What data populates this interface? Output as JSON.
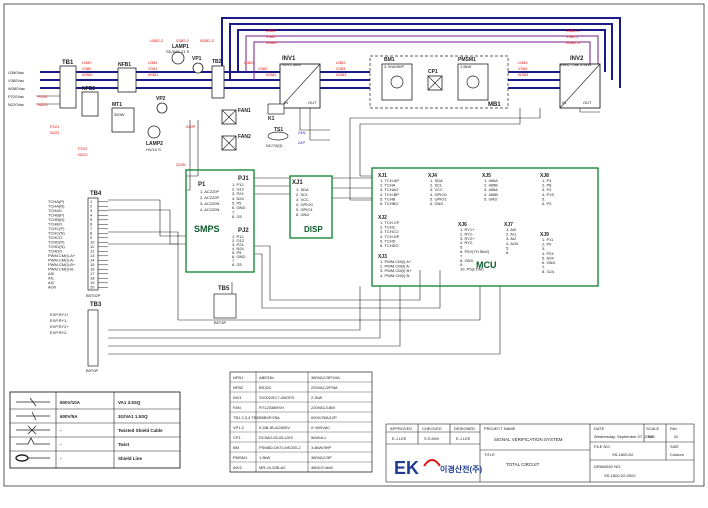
{
  "colors": {
    "power_bus": "#1a1a8a",
    "accent_bus": "#7a1a8a",
    "wire": "#222",
    "box_green": "#1a8a3a",
    "label_red": "#d11",
    "label_blue": "#22c"
  },
  "top": {
    "left_inputs": [
      "U380Vac",
      "V380Vac",
      "W380Vac",
      "P220Vac",
      "N220Vac"
    ],
    "tb1": "TB1",
    "nfb1": "NFB1",
    "lamp1": "LAMP1",
    "lamp1_sub": "S5-5VE-21 S",
    "vp1": "VP1",
    "tb2": "TB2",
    "inv1": "INV1",
    "inv1_sub": "S2V1.5kW",
    "bm1": "BM1",
    "bm1_sub": "3.7kW/8HP",
    "cp1": "CP1",
    "pmsm1": "PMSM1",
    "pmsm1_sub": "1.5kW",
    "inv2": "INV2",
    "inv2_sub": "SWIC Oak 3.4kW",
    "mb1": "MB1",
    "nfb2": "NFB2",
    "mt1": "MT1",
    "mt1_sub": "300W",
    "vp2": "VP2",
    "lamp2": "LAMP2",
    "lamp2_sub": "HV/10 S",
    "fan1": "FAN1",
    "fan2": "FAN2",
    "k1": "K1",
    "ts1": "TS1",
    "ts1_sub": "NC/T8(3)",
    "in_label": "IN",
    "out_label": "OUT",
    "wire_tags": [
      "U380",
      "V380",
      "W380",
      "U381",
      "V381",
      "W381",
      "U382",
      "V382",
      "W382",
      "U383",
      "V383",
      "W383",
      "U384",
      "V384",
      "W384",
      "U385",
      "V385",
      "W385",
      "U382-1",
      "V382-1",
      "W382-1",
      "U382-2",
      "V382-2",
      "W382-2",
      "P220",
      "N220",
      "P221",
      "N221",
      "P222",
      "N222",
      "220N",
      "220P",
      "24N",
      "24P"
    ]
  },
  "tb4": {
    "label": "TB4",
    "rows": [
      "TCHA(P)",
      "TCHA(N)",
      "TCHAO",
      "TCHB(P)",
      "TCHB(N)",
      "TCHBO",
      "TCHC(P)",
      "TCHC(N)",
      "TCHCO",
      "TCHD(P)",
      "TCHD(N)",
      "TCHDO",
      "PWM.CM(I)-A+",
      "PWM.CM(I)-A-",
      "PWM.CM(I)-B+",
      "PWM.CM(I)-B-",
      "AI0",
      "AI1",
      "AI2",
      "AO0"
    ],
    "nums": [
      "1",
      "2",
      "3",
      "4",
      "5",
      "6",
      "7",
      "8",
      "9",
      "10",
      "11",
      "12",
      "13",
      "14",
      "15",
      "16",
      "17",
      "18",
      "19",
      "20"
    ],
    "bottom": "B5T02P"
  },
  "tb3": {
    "label": "TB3",
    "rows": [
      "EXP.RY1+",
      "EXP.RY1-",
      "EXP.RY2+",
      "EXP.RY2-"
    ],
    "bottom": "B5T0P"
  },
  "tb5": {
    "label": "TB5",
    "bottom": "B5T4P"
  },
  "smps": {
    "label": "SMPS",
    "p1": "P1",
    "p1_rows": [
      "1. AC220P",
      "2. AC220P",
      "3. AC220N",
      "4. AC220N"
    ],
    "pj1": "PJ1",
    "pj1_rows": [
      "1. P12",
      "2. G12",
      "3. P24",
      "4. N24",
      "5. P5",
      "6. GND",
      "7.",
      "8. G5"
    ],
    "pj2": "PJ2",
    "pj2_rows": [
      "1. P12",
      "2. G12",
      "3. P24",
      "4. N24",
      "5. P5",
      "6. GND",
      "7.",
      "8. G5"
    ]
  },
  "disp": {
    "label": "DISP",
    "xj1": "XJ1",
    "rows": [
      "1. SDA",
      "2. SCL",
      "3. VCC",
      "4. GPIO0",
      "5. GPIO1",
      "6. GND"
    ]
  },
  "mcu": {
    "label": "MCU",
    "xj1": "XJ1",
    "xj1_rows": [
      "1. TCH.AP",
      "2. TCHA",
      "3. TCHAO",
      "4. TCH.BP",
      "5. TCHB",
      "6. TCHBO"
    ],
    "xj2": "XJ2",
    "xj2_rows": [
      "1. TCH.CP",
      "2. TCHC",
      "3. TCHCO",
      "4. TCH.DP",
      "5. TCHD",
      "6. TCHDO"
    ],
    "xj3": "XJ3",
    "xj3_rows": [
      "1. PWM.CM(I) A+",
      "2. PWM.CM(I) A-",
      "3. PWM.CM(I) B+",
      "4. PWM.CM(I) B-"
    ],
    "xj4": "XJ4",
    "xj4_rows": [
      "1. SDA",
      "2. SCL",
      "3. VCC",
      "4. GPIO0",
      "5. GPIO1",
      "6. GND"
    ],
    "xj5": "XJ5",
    "xj5_rows": [
      "1. 485A",
      "2. 485B",
      "3. 485A",
      "4. 485B",
      "5. GND"
    ],
    "xj6": "XJ6",
    "xj6_rows": [
      "1. RY1+",
      "2. RY1-",
      "3. RY2+",
      "4. RY2-",
      "5.",
      "6. P5V(TH 5kW)",
      "7.",
      "8. GND",
      "9.",
      "10. P5(COM)"
    ],
    "xj7": "XJ7",
    "xj7_rows": [
      "1. AI0",
      "2. AI1",
      "3. AI2",
      "4. AO0",
      "5.",
      "6."
    ],
    "xj8": "XJ8",
    "xj8_rows": [
      "1. P4",
      "2. P8",
      "3. P2",
      "4. P1S",
      "5.",
      "6. P3"
    ],
    "xj9": "XJ9",
    "xj9_rows": [
      "1. P11",
      "2. P0",
      "3.",
      "4. P24",
      "5. N24",
      "6. GND",
      "7.",
      "8. G24"
    ]
  },
  "legend": {
    "rows": [
      {
        "spec": "600V/10A",
        "desc": "VA1 3.5SQ"
      },
      {
        "spec": "600V/5A",
        "desc": "3G/VA1 1.5SQ"
      },
      {
        "spec": "-",
        "desc": "Twisted Shield Cable"
      },
      {
        "spec": "-",
        "desc": "Twist"
      },
      {
        "spec": "-",
        "desc": "Shield Line"
      }
    ]
  },
  "parts_table": {
    "rows": [
      [
        "NFB1",
        "ABE33b",
        "380VAC/3P/10A"
      ],
      [
        "NFB2",
        "BS32C",
        "220VAC/2P/5A"
      ],
      [
        "INV1",
        "SV0022IC7-4NOFD",
        "2.2kW"
      ],
      [
        "FAN",
        "RT12038HSH",
        "220VAC/18W"
      ],
      [
        "TB1,2,3,4 TB5",
        "B5B4P/25A",
        "600V/25A/12P"
      ],
      [
        "VP1,2",
        "KJ4B-IB-AC800V",
        "0~600VAC"
      ],
      [
        "CP1",
        "DC5A0-05-05-UXS",
        "5kW/4LL"
      ],
      [
        "BM",
        "PSM8D-DKTLMS200-2",
        "3.8kW/3HP"
      ],
      [
        "PMSM1",
        "1.5kW",
        "380VAC/3P"
      ],
      [
        "INV2",
        "MR-J4-20B-A0",
        "380V/0.4kW"
      ]
    ]
  },
  "title_block": {
    "approved_h": "APPROVED",
    "checked_h": "CHECKED",
    "designed_h": "DESIGNED",
    "approved": "E.J.LEE",
    "checked": "S.S.KIM",
    "designed": "E.J.LEE",
    "project_name_h": "PROJECT NAME",
    "project_name": "SIGNAL VERIFICATION SYSTEM",
    "title_h": "TITLE",
    "title": "TOTAL CIRCUIT",
    "date_h": "DATE",
    "date": "Wednesday, September 07, 2016",
    "scale_h": "SCALE",
    "scale": "N/S",
    "rev_h": "Rev",
    "rev": "02",
    "file_no_h": "FILE NO.",
    "file_no": "SS-1600-02",
    "size_h": "SIZE",
    "size": "Custom",
    "drawing_no_h": "DRAWING NO.",
    "drawing_no": "SS-1600-02-0002",
    "logo_letters": "EK",
    "company": "이경산전(주)"
  }
}
